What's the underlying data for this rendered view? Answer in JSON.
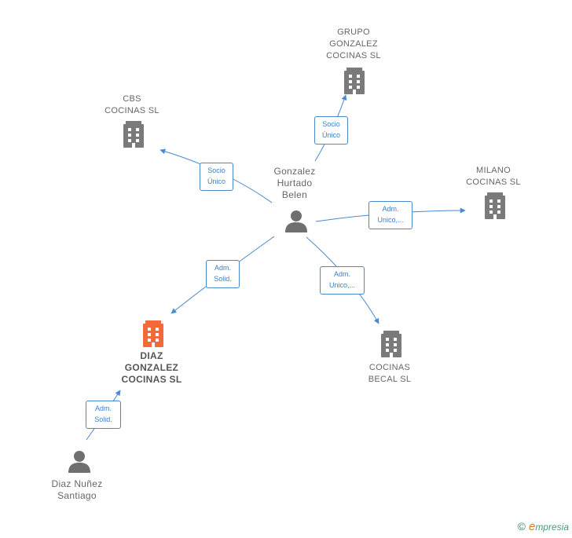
{
  "colors": {
    "edge": "#4a88d0",
    "company": "#7a7a7a",
    "company_highlight": "#f26a3a",
    "person": "#6f6f6f"
  },
  "nodes": {
    "grupo": {
      "lines": [
        "GRUPO",
        "GONZALEZ",
        "COCINAS  SL"
      ],
      "icon": "building-icon"
    },
    "cbs": {
      "lines": [
        "CBS",
        "COCINAS  SL"
      ],
      "icon": "building-icon"
    },
    "gonzalez": {
      "lines": [
        "Gonzalez",
        "Hurtado",
        "Belen"
      ],
      "icon": "person-icon"
    },
    "milano": {
      "lines": [
        "MILANO",
        "COCINAS  SL"
      ],
      "icon": "building-icon"
    },
    "diaz_gc": {
      "lines": [
        "DIAZ",
        "GONZALEZ",
        "COCINAS  SL"
      ],
      "icon": "building-icon"
    },
    "becal": {
      "lines": [
        "COCINAS",
        "BECAL  SL"
      ],
      "icon": "building-icon"
    },
    "santiago": {
      "lines": [
        "Diaz Nuñez",
        "Santiago"
      ],
      "icon": "person-icon"
    }
  },
  "edges": {
    "to_grupo": [
      "Socio",
      "Único"
    ],
    "to_cbs": [
      "Socio",
      "Único"
    ],
    "to_milano": [
      "Adm.",
      "Unico,..."
    ],
    "to_diaz_gc": [
      "Adm.",
      "Solid."
    ],
    "to_becal": [
      "Adm.",
      "Unico,..."
    ],
    "santiago_to_diaz_gc": [
      "Adm.",
      "Solid."
    ]
  },
  "footer": {
    "copyright": "©",
    "brand_initial": "e",
    "brand_rest": "mpresia"
  }
}
